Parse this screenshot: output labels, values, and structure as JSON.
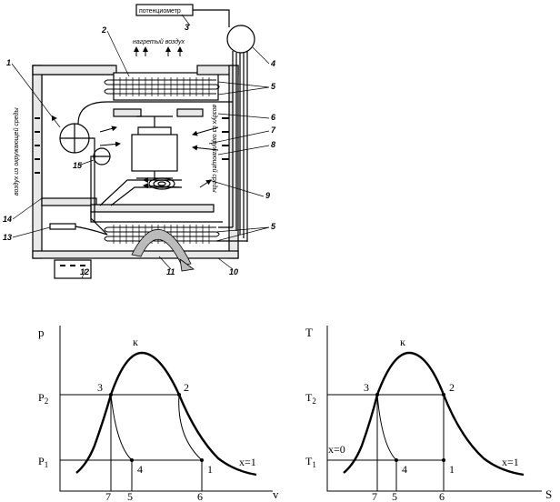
{
  "schematic": {
    "potentiometer_label": "потенциометр",
    "heated_air": "нагретый воздух",
    "air_from_env_left": "воздух из окружающей среды",
    "air_from_env_right": "воздух из окружающей среды",
    "labels": [
      "1",
      "2",
      "3",
      "4",
      "5",
      "5",
      "6",
      "7",
      "8",
      "9",
      "10",
      "11",
      "12",
      "13",
      "14",
      "15"
    ]
  },
  "pv_diagram": {
    "y_axis": "p",
    "x_axis": "v",
    "p1": "P",
    "p1_sub": "1",
    "p2": "P",
    "p2_sub": "2",
    "k": "к",
    "points": [
      "3",
      "2",
      "4",
      "1"
    ],
    "x_ticks": [
      "7",
      "5",
      "6"
    ],
    "x1": "x=1"
  },
  "ts_diagram": {
    "y_axis": "T",
    "x_axis": "S",
    "t1": "T",
    "t1_sub": "1",
    "t2": "T",
    "t2_sub": "2",
    "k": "к",
    "points": [
      "3",
      "2",
      "4",
      "1"
    ],
    "x_ticks": [
      "7",
      "5",
      "6"
    ],
    "x0": "x=0",
    "x1": "x=1"
  }
}
